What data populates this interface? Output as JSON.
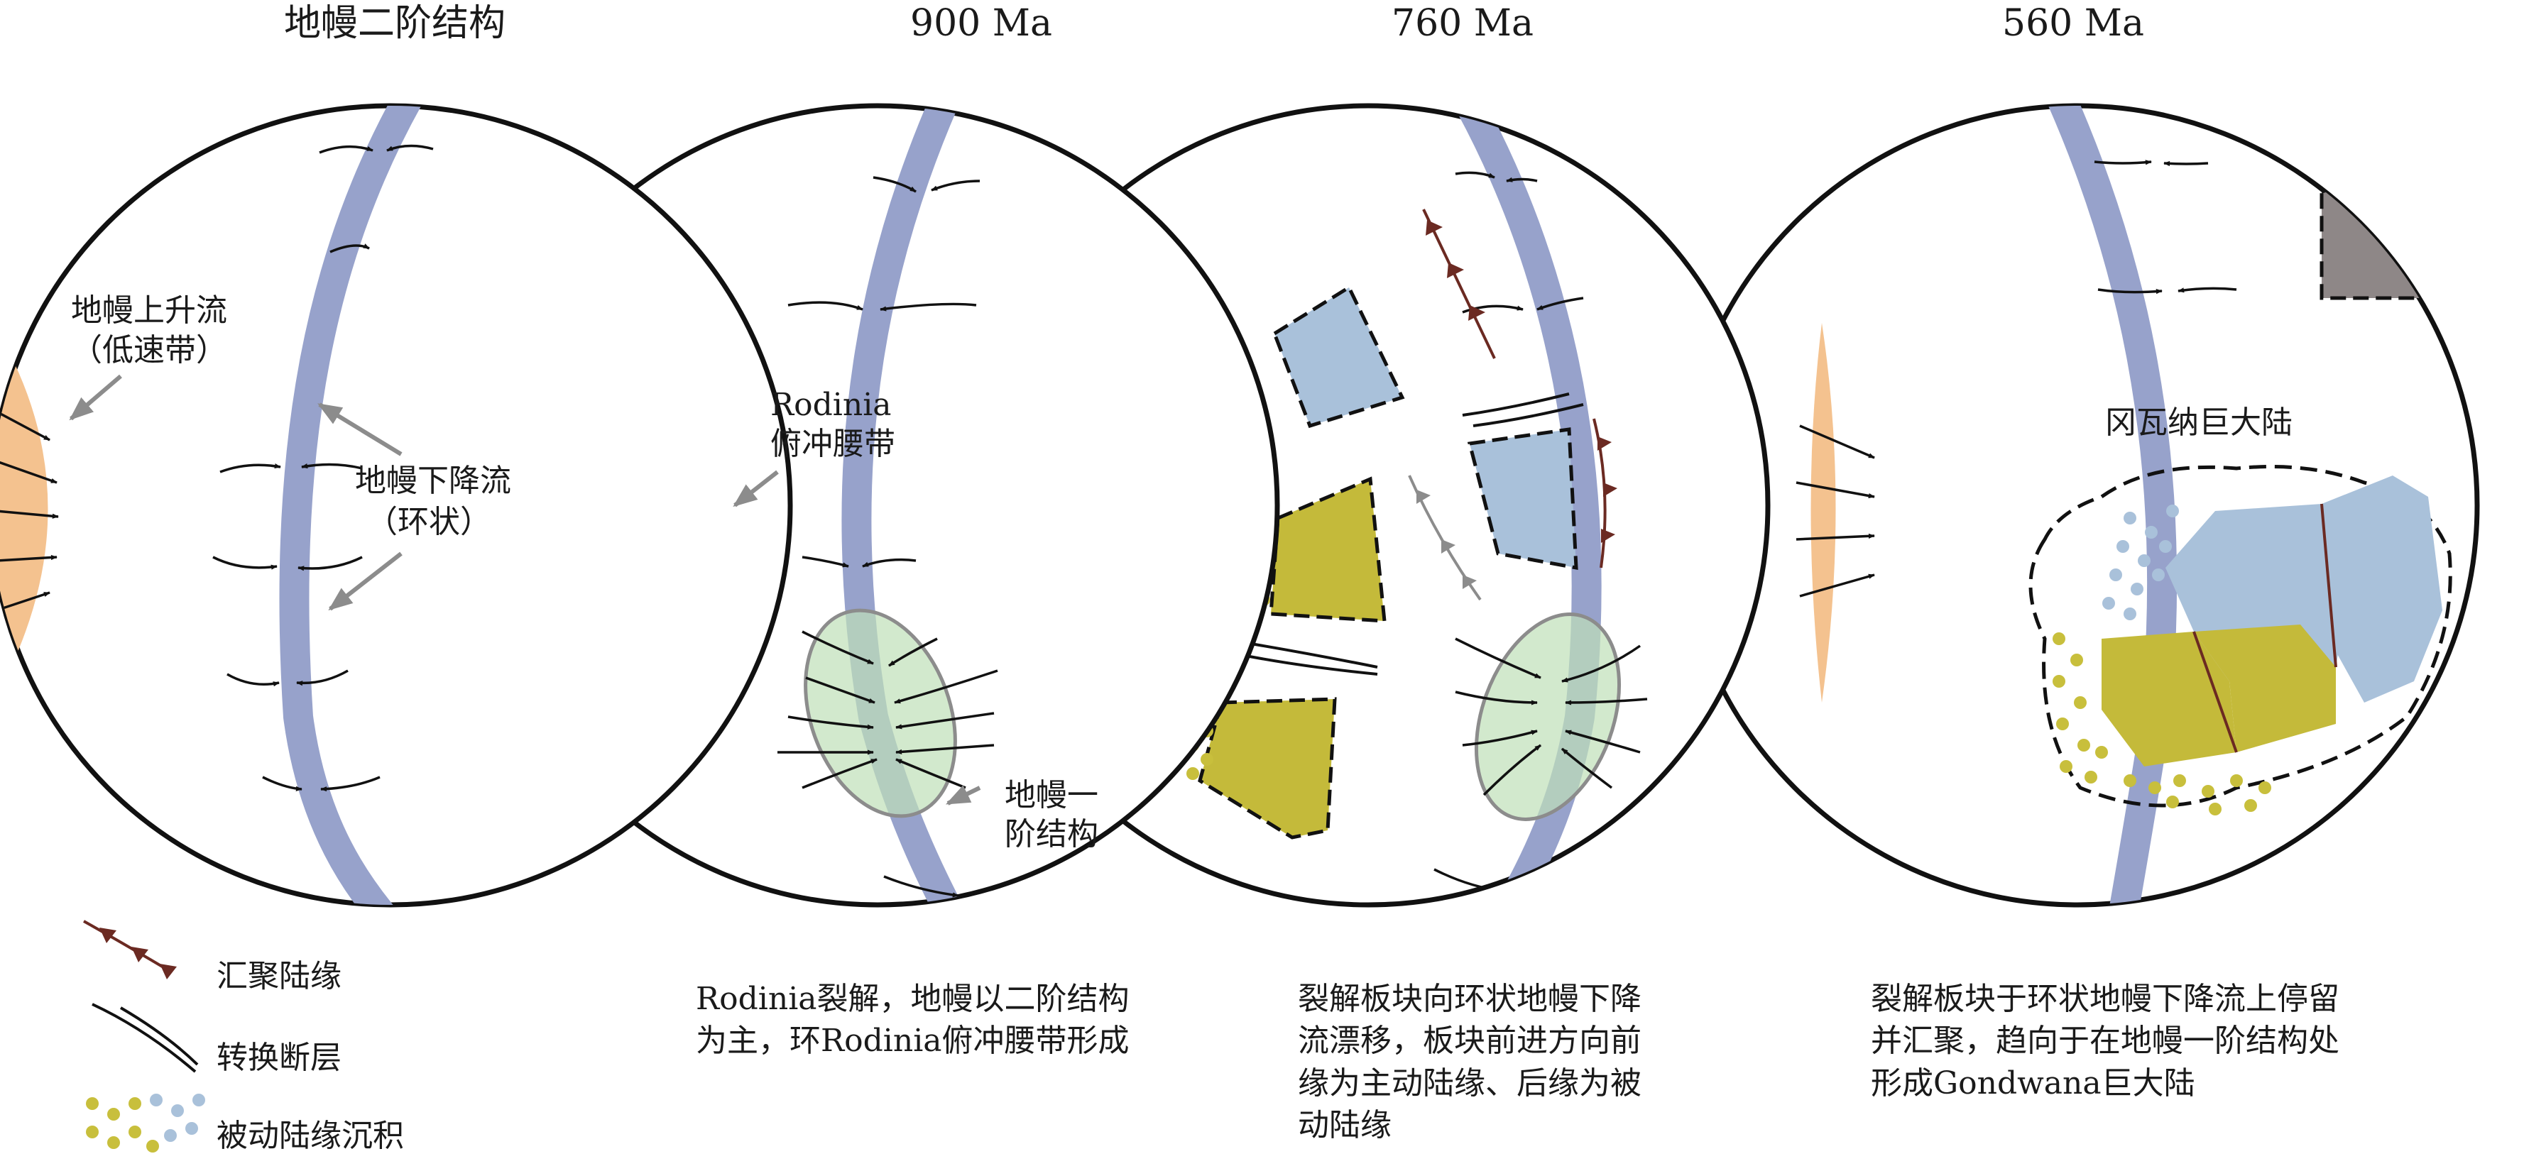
{
  "titles": {
    "panel1": "地幔二阶结构",
    "panel2": "900 Ma",
    "panel3": "760 Ma",
    "panel4": "560 Ma"
  },
  "labels": {
    "upwelling_line1": "地幔上升流",
    "upwelling_line2": "（低速带）",
    "downwelling_line1": "地幔下降流",
    "downwelling_line2": "（环状）",
    "rodinia_line1": "Rodinia",
    "rodinia_line2": "俯冲腰带",
    "degree1_line1": "地幔一",
    "degree1_line2": "阶结构",
    "gondwana": "冈瓦纳巨大陆"
  },
  "legend": {
    "convergent": "汇聚陆缘",
    "transform": "转换断层",
    "passive": "被动陆缘沉积"
  },
  "captions": {
    "panel2_line1": "Rodinia裂解，地幔以二阶结构",
    "panel2_line2": "为主，环Rodinia俯冲腰带形成",
    "panel3_line1": "裂解板块向环状地幔下降",
    "panel3_line2": "流漂移，板块前进方向前",
    "panel3_line3": "缘为主动陆缘、后缘为被",
    "panel3_line4": "动陆缘",
    "panel4_line1": "裂解板块于环状地幔下降流上停留",
    "panel4_line2": "并汇聚，趋向于在地幔一阶结构处",
    "panel4_line3": "形成Gondwana巨大陆"
  },
  "colors": {
    "downwelling_band": "#97a2cb",
    "upwelling_zone": "#f4c28f",
    "rodinia_continent": "#8b5a2b",
    "subduction_line": "#6b2a22",
    "degree1_zone": "#bfe0b8",
    "block_blue": "#a9c1da",
    "block_olive": "#c4ba3a",
    "block_grey": "#8e8787",
    "sediment_olive_dot": "#c8bf3c",
    "sediment_blue_dot": "#a9c1da"
  }
}
